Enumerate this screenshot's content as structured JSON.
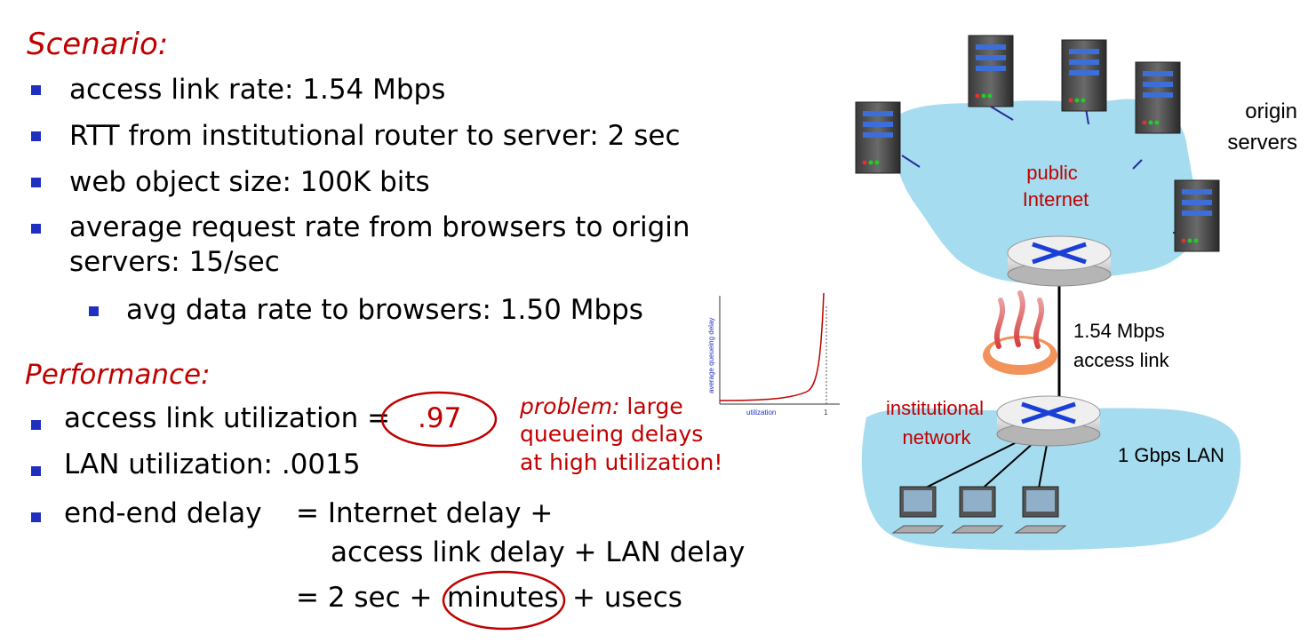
{
  "scenario": {
    "heading": "Scenario:",
    "bullets": [
      "access link rate: 1.54 Mbps",
      "RTT from institutional router to server: 2 sec",
      "web object size: 100K bits",
      "average request rate from browsers to origin",
      "servers: 15/sec"
    ],
    "sub_bullet": "avg data rate to browsers: 1.50 Mbps"
  },
  "performance": {
    "heading": "Performance:",
    "util_label": "access link utilization =",
    "util_value": ".97",
    "lan_util": "LAN utilization: .0015",
    "delay_label": "end-end delay",
    "delay_line1": "=  Internet delay +",
    "delay_line2": "access link delay + LAN delay",
    "delay_line3_pre": "=  2 sec +",
    "delay_line3_circled": "minutes",
    "delay_line3_post": "+ usecs"
  },
  "problem": {
    "em": "problem:",
    "line1_rest": " large",
    "line2": "queueing delays",
    "line3": "at high utilization!"
  },
  "mini_chart": {
    "ylabel": "average queueing delay",
    "xlabel": "utilization",
    "xtick": "1"
  },
  "diagram": {
    "origin_servers": [
      "origin",
      "servers"
    ],
    "public_internet": [
      "public",
      "Internet"
    ],
    "access_link": [
      "1.54 Mbps",
      "access link"
    ],
    "institutional": [
      "institutional",
      "network"
    ],
    "lan": "1 Gbps LAN"
  },
  "colors": {
    "accent_red": "#c00000",
    "bullet_blue": "#1f2fbf",
    "cloud_blue": "#a6dcef",
    "router_blue": "#1a3fd6"
  }
}
